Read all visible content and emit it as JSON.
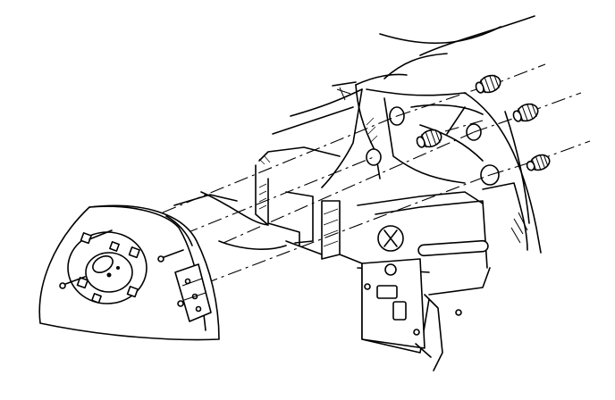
{
  "figure": {
    "background": "#ffffff",
    "line_color": "#000000",
    "components": [
      "tail-lamp-assembly",
      "lamp-bulb-socket",
      "lamp-mounting-studs",
      "mounting-nuts",
      "rear-body-panel",
      "quarter-panel",
      "alignment-dashed-lines"
    ]
  }
}
